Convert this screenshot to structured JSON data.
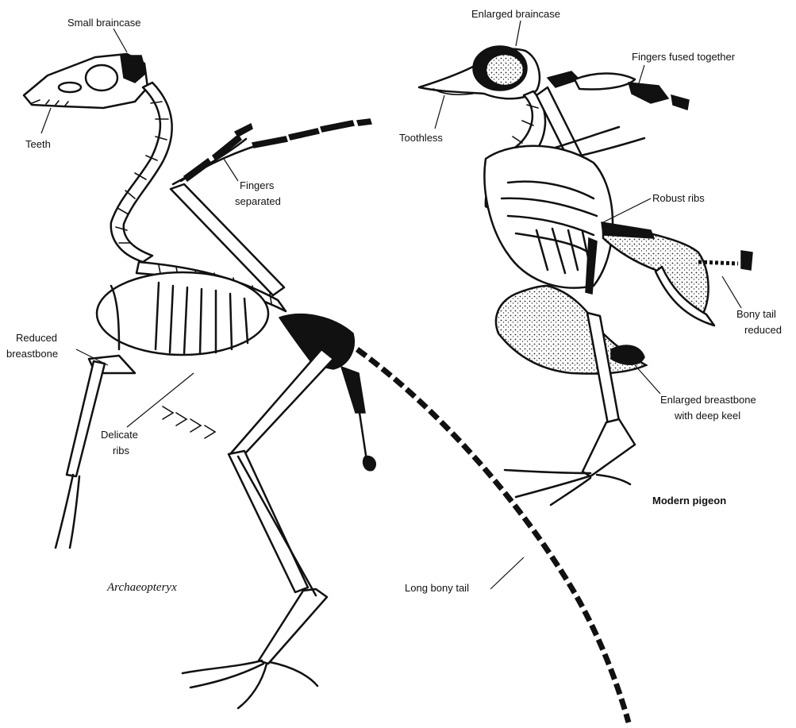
{
  "archaeopteryx": {
    "name": "Archaeopteryx",
    "labels": {
      "small_braincase": "Small braincase",
      "teeth": "Teeth",
      "fingers_separated_1": "Fingers",
      "fingers_separated_2": "separated",
      "reduced_breastbone_1": "Reduced",
      "reduced_breastbone_2": "breastbone",
      "delicate_ribs_1": "Delicate",
      "delicate_ribs_2": "ribs",
      "long_bony_tail": "Long bony tail"
    }
  },
  "pigeon": {
    "name": "Modern pigeon",
    "labels": {
      "enlarged_braincase": "Enlarged braincase",
      "fingers_fused": "Fingers fused together",
      "toothless": "Toothless",
      "robust_ribs": "Robust ribs",
      "bony_tail_reduced_1": "Bony tail",
      "bony_tail_reduced_2": "reduced",
      "enlarged_breastbone_1": "Enlarged breastbone",
      "enlarged_breastbone_2": "with deep keel"
    }
  }
}
